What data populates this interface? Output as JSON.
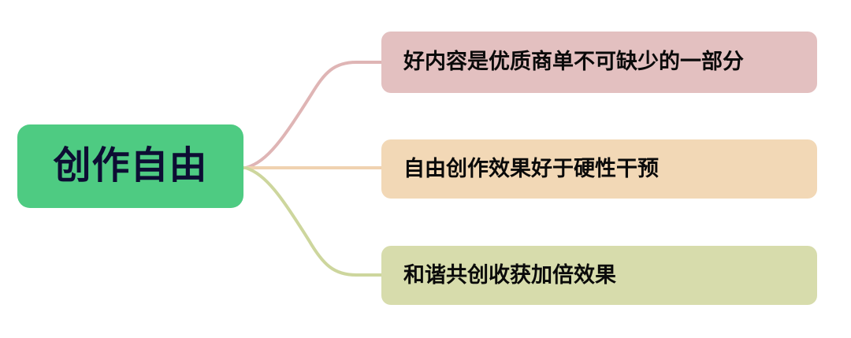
{
  "diagram": {
    "type": "mind-map",
    "background_color": "#ffffff",
    "root": {
      "label": "创作自由",
      "fill_color": "#4ecb82",
      "text_color": "#0d0d33"
    },
    "branches": [
      {
        "label": "好内容是优质商单不可缺少的一部分",
        "fill_color": "#e3c0c0",
        "text_color": "#0a0a0a",
        "connector_color": "#dfb5b5"
      },
      {
        "label": "自由创作效果好于硬性干预",
        "fill_color": "#f2d8b6",
        "text_color": "#0a0a0a",
        "connector_color": "#f0d2b0"
      },
      {
        "label": "和谐共创收获加倍效果",
        "fill_color": "#d7dcac",
        "text_color": "#0a0a0a",
        "connector_color": "#cdd69d"
      }
    ],
    "trunk_connector_color": "#cdd69d"
  }
}
